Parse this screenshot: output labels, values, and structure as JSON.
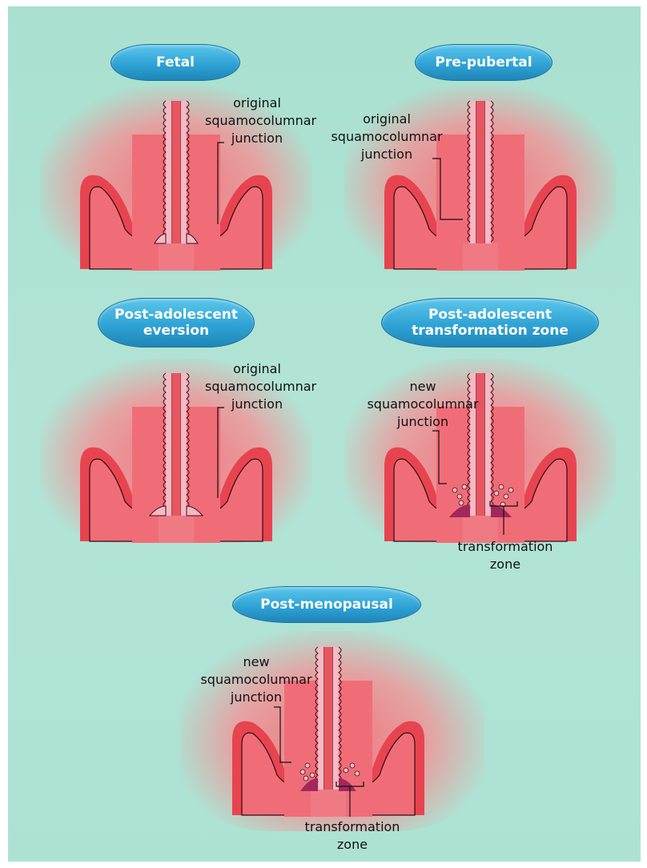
{
  "stages": {
    "fetal": {
      "title": "Fetal",
      "label": [
        "original",
        "squamocolumnar",
        "junction"
      ]
    },
    "prepubertal": {
      "title": "Pre-pubertal",
      "label": [
        "original",
        "squamocolumnar",
        "junction"
      ]
    },
    "eversion": {
      "title": "Post-adolescent eversion",
      "label": [
        "original",
        "squamocolumnar",
        "junction"
      ]
    },
    "tz": {
      "title": "Post-adolescent transformation zone",
      "label": [
        "new",
        "squamocolumnar",
        "junction"
      ],
      "zone_label": [
        "transformation",
        "zone"
      ]
    },
    "postmeno": {
      "title": "Post-menopausal",
      "label": [
        "new",
        "squamocolumnar",
        "junction"
      ],
      "zone_label": [
        "transformation",
        "zone"
      ]
    }
  },
  "colors": {
    "background": "#ade2d3",
    "tissue": "#f06d78",
    "wall": "#e8444f",
    "columnar": "#f7b8c4",
    "metaplastic": "#a0285a",
    "badge": "#2fa3d6"
  }
}
